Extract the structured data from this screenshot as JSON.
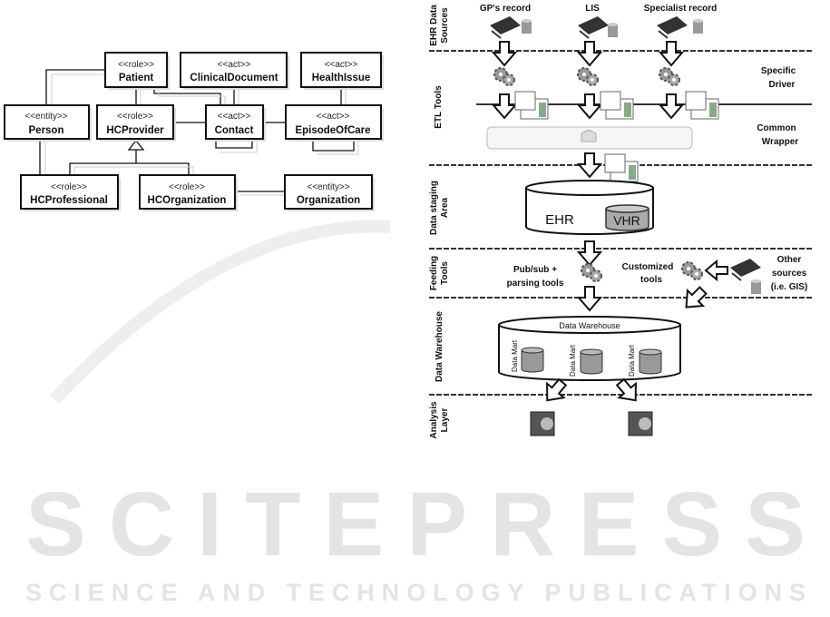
{
  "watermark": {
    "big": "SCITEPRESS",
    "small": "SCIENCE AND TECHNOLOGY PUBLICATIONS"
  },
  "uml": {
    "classes": [
      {
        "stereotype": "<<role>>",
        "name": "Patient"
      },
      {
        "stereotype": "<<act>>",
        "name": "ClinicalDocument"
      },
      {
        "stereotype": "<<act>>",
        "name": "HealthIssue"
      },
      {
        "stereotype": "<<entity>>",
        "name": "Person"
      },
      {
        "stereotype": "<<role>>",
        "name": "HCProvider"
      },
      {
        "stereotype": "<<act>>",
        "name": "Contact"
      },
      {
        "stereotype": "<<act>>",
        "name": "EpisodeOfCare"
      },
      {
        "stereotype": "<<role>>",
        "name": "HCProfessional"
      },
      {
        "stereotype": "<<role>>",
        "name": "HCOrganization"
      },
      {
        "stereotype": "<<entity>>",
        "name": "Organization"
      }
    ]
  },
  "arch": {
    "layers": [
      {
        "l1": "EHR Data",
        "l2": "Sources"
      },
      {
        "l1": "ETL Tools",
        "l2": ""
      },
      {
        "l1": "Data staging",
        "l2": "Area"
      },
      {
        "l1": "Feeding",
        "l2": "Tools"
      },
      {
        "l1": "Data Warehouse",
        "l2": ""
      },
      {
        "l1": "Analysis",
        "l2": "Layer"
      }
    ],
    "sources": [
      "GP's record",
      "LIS",
      "Specialist record"
    ],
    "specific_driver": [
      "Specific",
      "Driver"
    ],
    "common_wrapper": [
      "Common",
      "Wrapper"
    ],
    "ehr": "EHR",
    "vhr": "VHR",
    "pubsub": [
      "Pub/sub +",
      "parsing tools"
    ],
    "customized": [
      "Customized",
      "tools"
    ],
    "other_sources": [
      "Other",
      "sources",
      "(i.e. GIS)"
    ],
    "data_warehouse": "Data Warehouse",
    "data_mart": "Data Mart"
  }
}
